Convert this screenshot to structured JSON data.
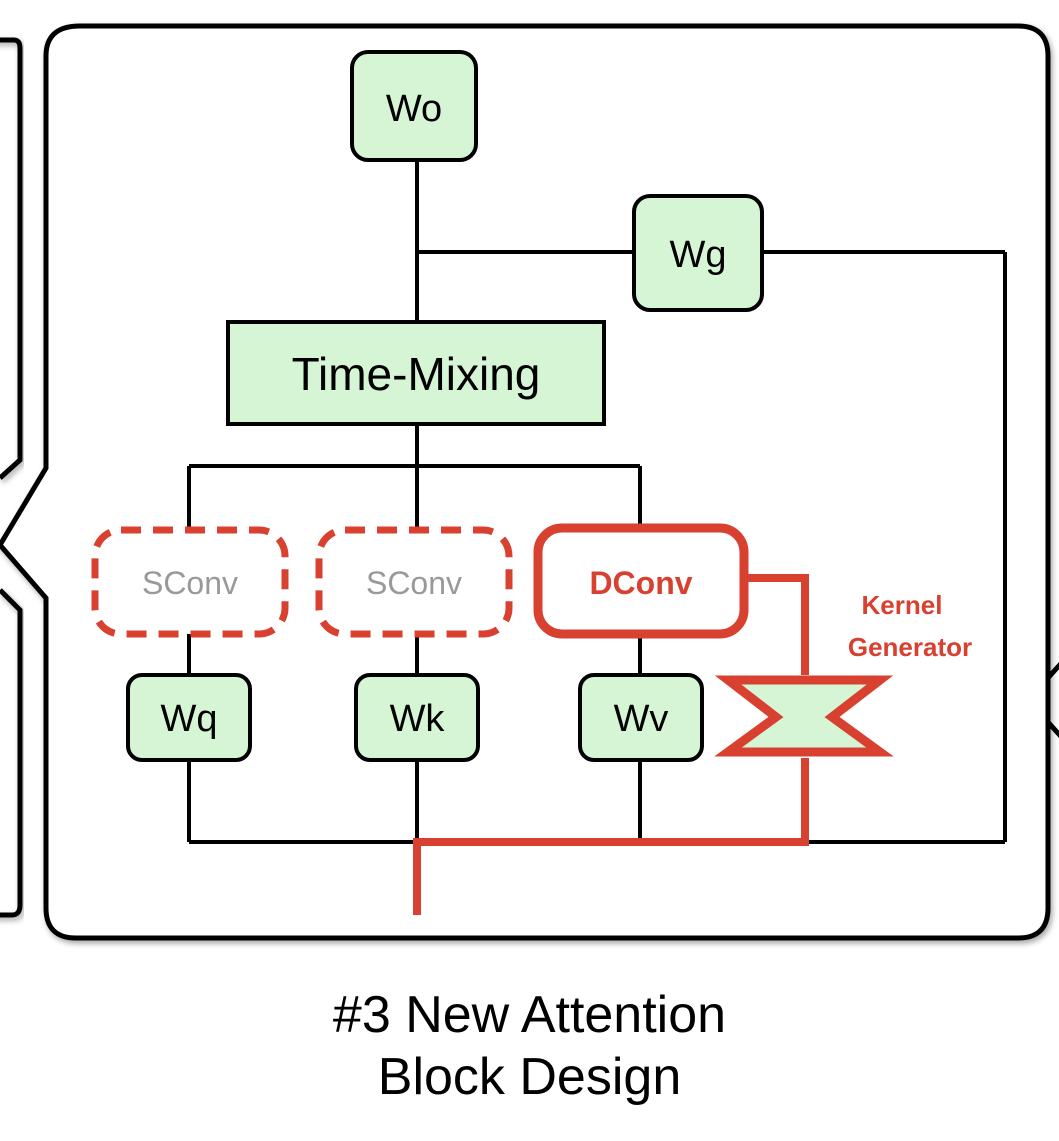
{
  "diagram": {
    "nodes": {
      "wo": "Wo",
      "wg": "Wg",
      "time_mixing": "Time-Mixing",
      "sconv_1": "SConv",
      "sconv_2": "SConv",
      "dconv": "DConv",
      "wq": "Wq",
      "wk": "Wk",
      "wv": "Wv"
    },
    "kernel_generator_label": [
      "Kernel",
      "Generator"
    ]
  },
  "caption": {
    "line1": "#3 New Attention",
    "line2": "Block Design"
  },
  "colors": {
    "node_fill": "#d5f5d5",
    "highlight": "#d8412f",
    "inactive_text": "#999999",
    "stroke": "#000000"
  }
}
